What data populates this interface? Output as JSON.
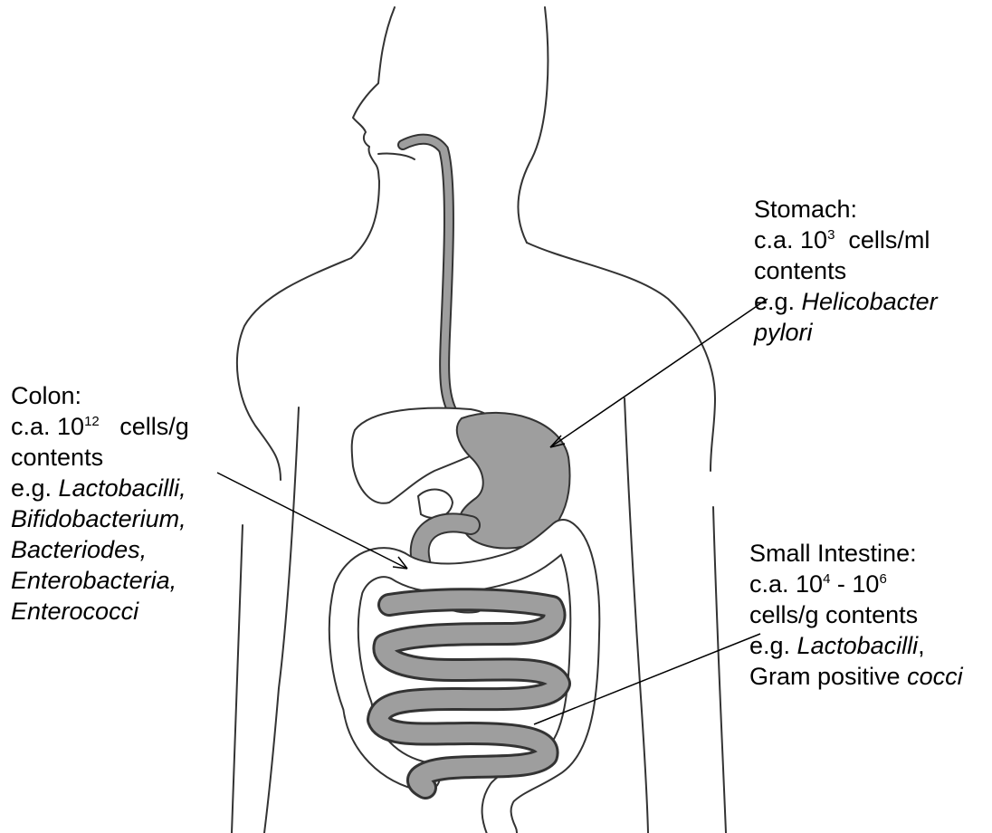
{
  "colors": {
    "organ_fill": "#9e9e9e",
    "outline": "#333333",
    "background": "#ffffff"
  },
  "stomach": {
    "title": "Stomach:",
    "count_prefix": "c.a. 10",
    "count_exp": "3",
    "count_suffix": "  cells/ml",
    "line3": "contents",
    "eg_prefix": "e.g. ",
    "eg_italic": "Helicobacter",
    "line5": "pylori"
  },
  "colon": {
    "title": "Colon:",
    "count_prefix": "c.a. 10",
    "count_exp": "12",
    "count_suffix": "   cells/g",
    "line3": "contents",
    "eg_prefix": "e.g. ",
    "eg_italic": "Lactobacilli,",
    "species": [
      "Bifidobacterium,",
      "Bacteriodes,",
      "Enterobacteria,",
      "Enterococci"
    ]
  },
  "small_intestine": {
    "title": "Small Intestine:",
    "count_prefix": "c.a. 10",
    "count_exp": "4",
    "count_mid": " - 10",
    "count_exp2": "6",
    "line3": "cells/g contents",
    "eg_prefix": "e.g. ",
    "eg_italic": "Lactobacilli",
    "eg_suffix": ",",
    "gram_prefix": "Gram positive ",
    "gram_italic": "cocci"
  }
}
